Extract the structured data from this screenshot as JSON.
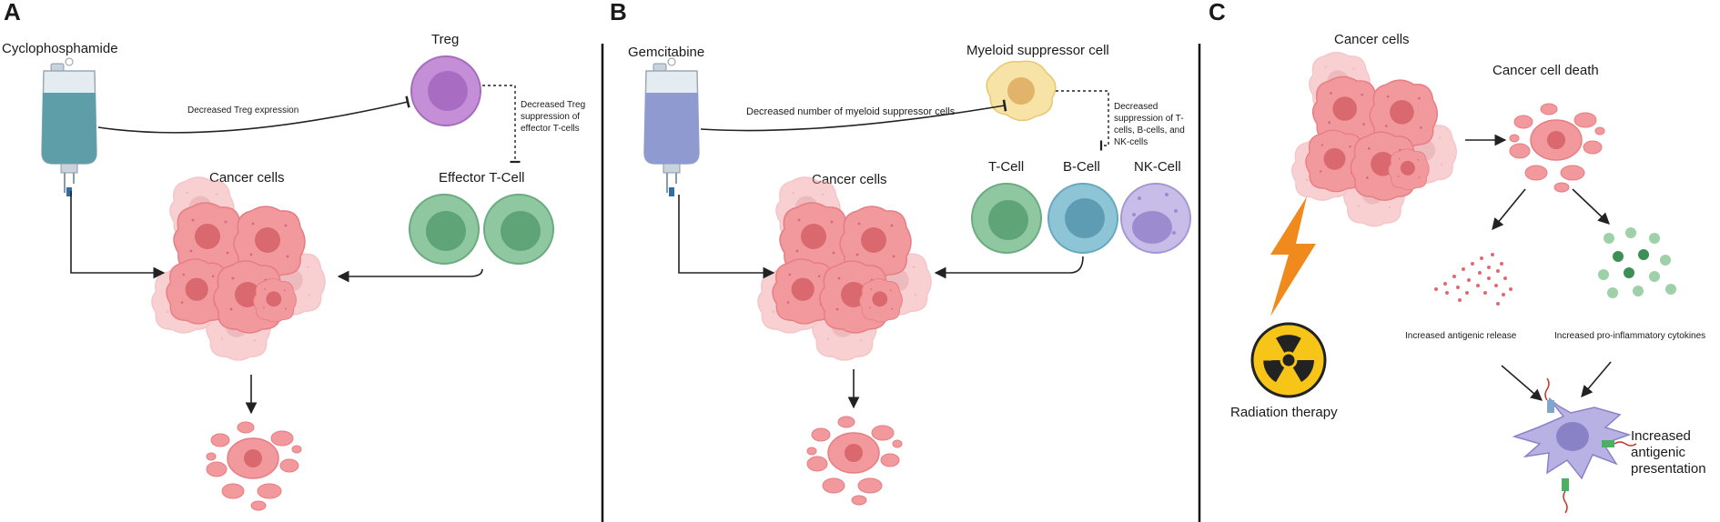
{
  "panel_a": {
    "letter": "A",
    "drug": "Cyclophosphamide",
    "treg": "Treg",
    "edge_treg": "Decreased Treg expression",
    "suppression": [
      "Decreased Treg",
      "suppression of",
      "effector T-cells"
    ],
    "effector": "Effector T-Cell",
    "cancer": "Cancer cells"
  },
  "panel_b": {
    "letter": "B",
    "drug": "Gemcitabine",
    "myeloid": "Myeloid suppressor cell",
    "edge_myeloid": "Decreased number of myeloid suppressor cells",
    "suppression": [
      "Decreased",
      "suppression of T-",
      "cells, B-cells, and",
      "NK-cells"
    ],
    "tcell": "T-Cell",
    "bcell": "B-Cell",
    "nkcell": "NK-Cell",
    "cancer": "Cancer cells"
  },
  "panel_c": {
    "letter": "C",
    "cancer": "Cancer cells",
    "death": "Cancer cell death",
    "radiation": "Radiation therapy",
    "antigen": "Increased antigenic release",
    "cytokines": "Increased pro-inflammatory cytokines",
    "presentation": [
      "Increased",
      "antigenic",
      "presentation"
    ]
  },
  "colors": {
    "iv_bag_teal": "#5e9ea8",
    "iv_bag_blue": "#8f9bd0",
    "treg": "#c48fd6",
    "myeloid": "#f7e3a6",
    "tcell": "#8fc7a0",
    "bcell": "#8ec5d6",
    "nkcell": "#c8bde8",
    "cancer": "#f1999c",
    "radiation_yellow": "#f6c518",
    "lightning": "#f08a1c",
    "dendritic": "#b8b2e4"
  }
}
